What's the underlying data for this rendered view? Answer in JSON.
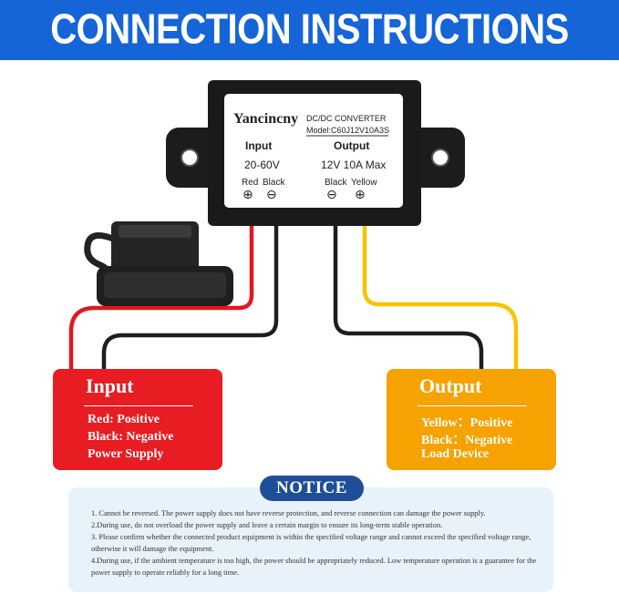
{
  "banner": {
    "title": "CONNECTION INSTRUCTIONS",
    "color": "#1565d8"
  },
  "module": {
    "brand": "Yancincny",
    "converter_label": "DC/DC CONVERTER",
    "model": "Model:C60J12V10A3S",
    "input_header": "Input",
    "input_value": "20-60V",
    "output_header": "Output",
    "output_value": "12V 10A Max",
    "input_wires": [
      {
        "label": "Red",
        "symbol": "⊕"
      },
      {
        "label": "Black",
        "symbol": "⊖"
      }
    ],
    "output_wires": [
      {
        "label": "Black",
        "symbol": "⊖"
      },
      {
        "label": "Yellow",
        "symbol": "⊕"
      }
    ]
  },
  "wire_colors": {
    "red": "#e3171d",
    "black": "#1e1e1e",
    "yellow": "#f5c400"
  },
  "input_box": {
    "title": "Input",
    "lines": [
      "Red: Positive",
      "Black: Negative",
      "Power Supply"
    ],
    "color": "#e81c23"
  },
  "output_box": {
    "title": "Output",
    "lines": [
      "Yellow：Positive",
      "Black：Negative",
      "Load Device"
    ],
    "color": "#f6a200"
  },
  "notice": {
    "title": "NOTICE",
    "items": [
      "1. Cannot be reversed. The power supply does not have reverse protection, and reverse connection can damage the power supply.",
      "2.During use, do not overload the power supply and leave a certain margin to ensure its long-term stable operation.",
      "3. Please confirm whether the connected product equipment is within the specified voltage range and cannot exceed the specified voltage range, otherwise it will damage the equipment.",
      "4.During use, if the ambient temperature is too high, the power should be appropriately reduced. Low temperature operation is a guarantee for the power supply to operate reliably for a long time."
    ]
  }
}
